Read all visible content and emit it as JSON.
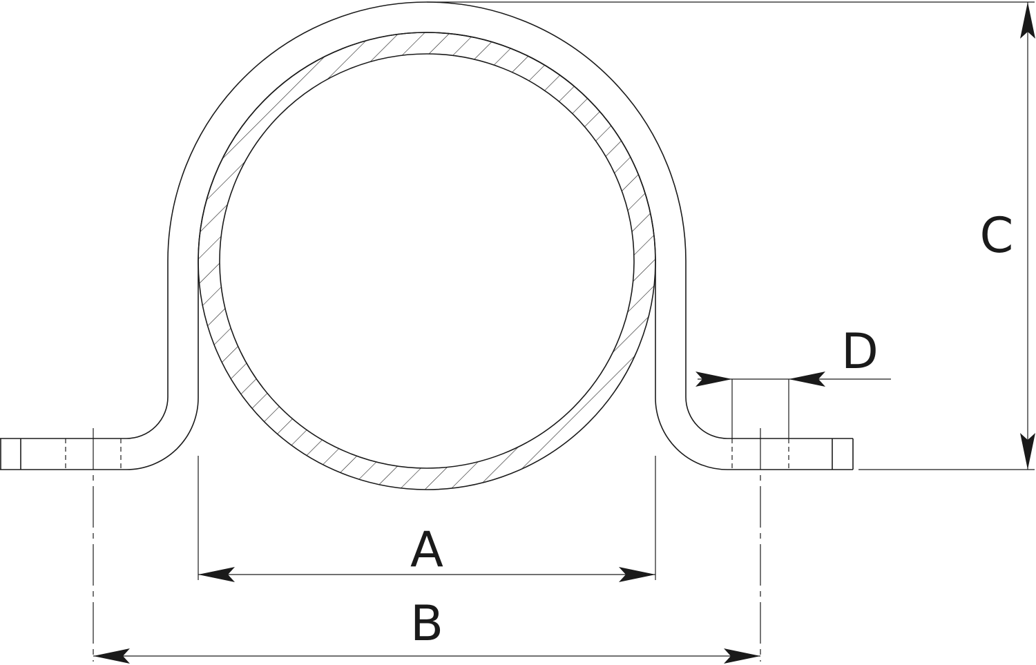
{
  "labels": {
    "A": "A",
    "B": "B",
    "C": "C",
    "D": "D"
  },
  "colors": {
    "line": "#1a1a1a",
    "background": "#ffffff"
  }
}
